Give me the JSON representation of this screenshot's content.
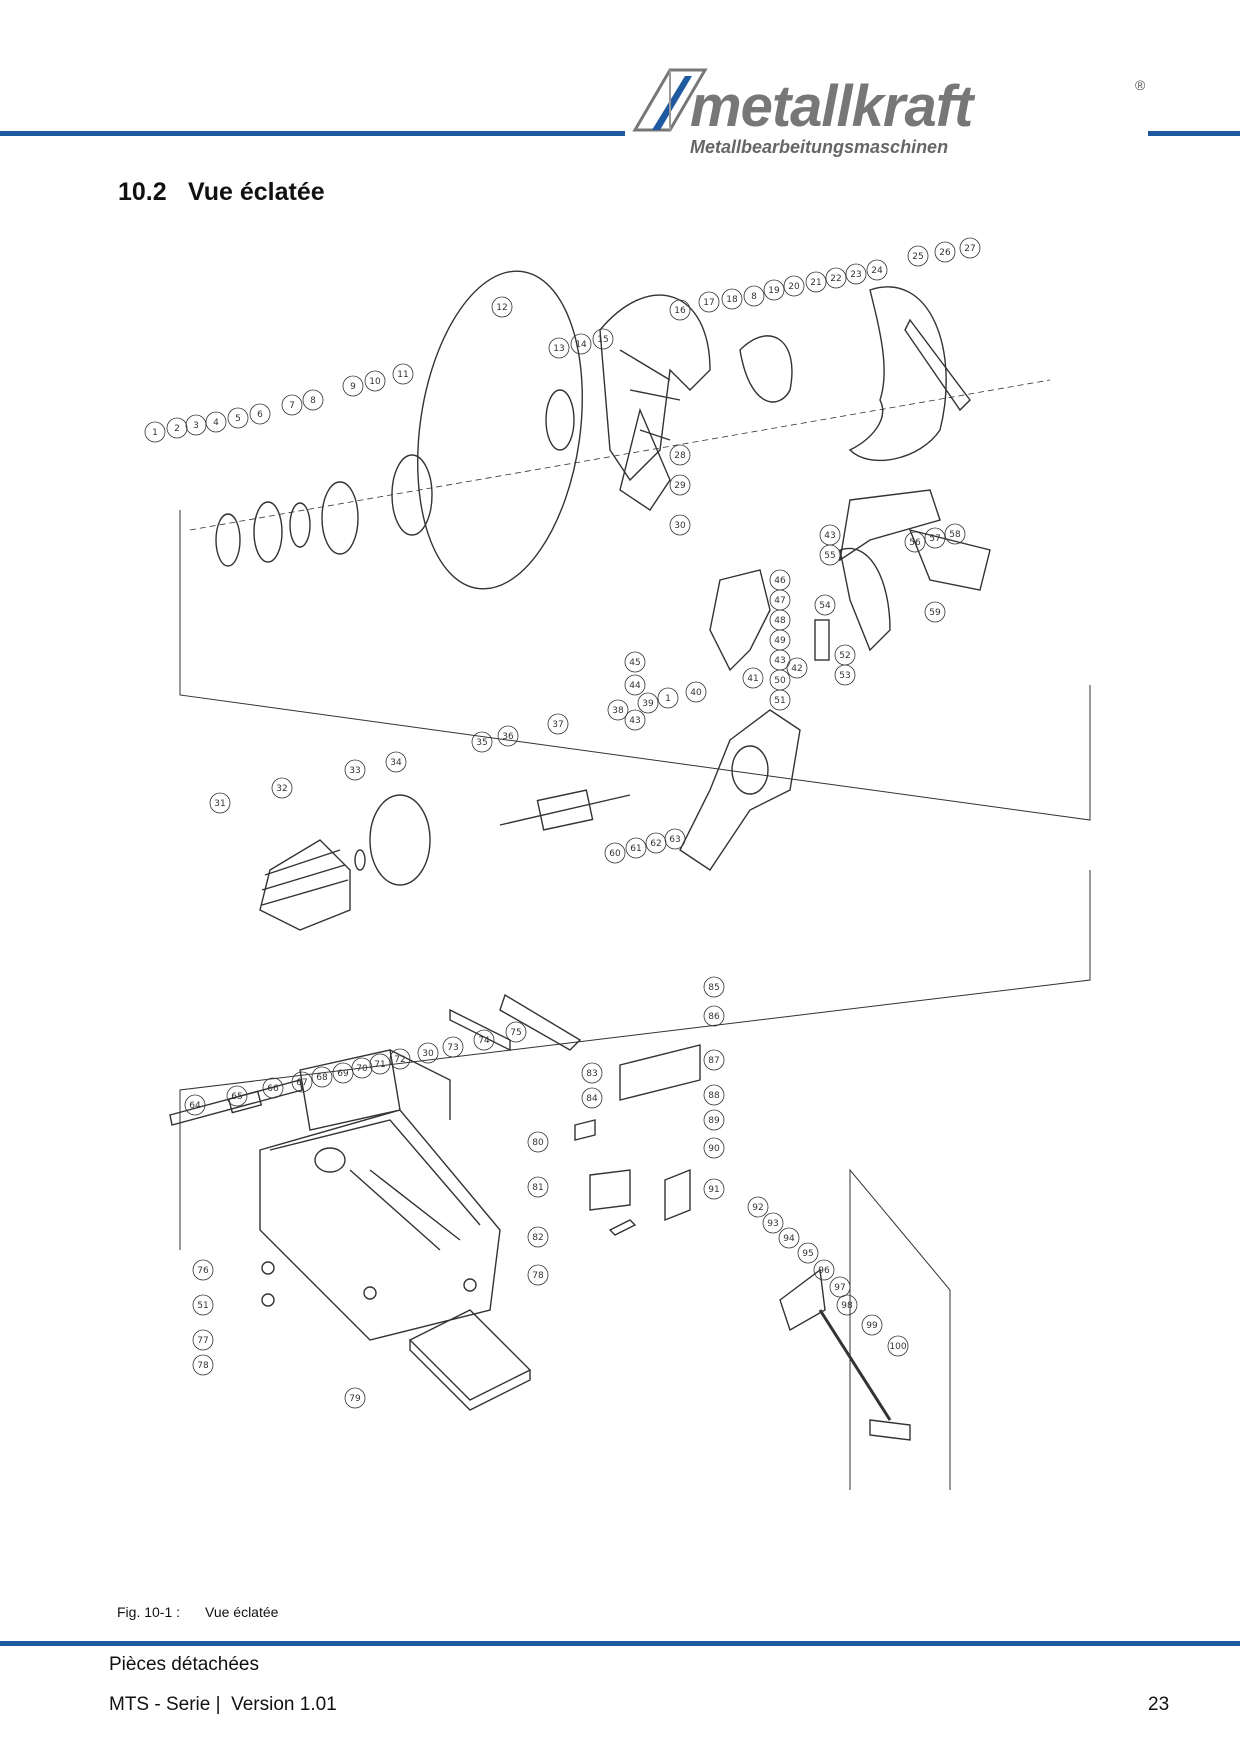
{
  "header": {
    "brand": "metallkraft",
    "registered": "®",
    "tagline": "Metallbearbeitungsmaschinen",
    "accent_color": "#1f5aa0"
  },
  "section": {
    "number": "10.2",
    "title": "Vue éclatée"
  },
  "figure": {
    "label": "Fig. 10-1 :",
    "caption": "Vue éclatée",
    "callouts": {
      "top": [
        "1",
        "2",
        "3",
        "4",
        "5",
        "6",
        "7",
        "8",
        "9",
        "10",
        "11",
        "12",
        "13",
        "14",
        "15",
        "16",
        "17",
        "18",
        "8",
        "19",
        "20",
        "21",
        "22",
        "23",
        "24",
        "25",
        "26",
        "27",
        "28",
        "29",
        "30"
      ],
      "middle": [
        "43",
        "55",
        "56",
        "57",
        "58",
        "46",
        "47",
        "48",
        "49",
        "43",
        "50",
        "51",
        "54",
        "45",
        "44",
        "43",
        "52",
        "53",
        "59"
      ],
      "lower": [
        "31",
        "32",
        "33",
        "34",
        "35",
        "36",
        "37",
        "38",
        "39",
        "1",
        "40",
        "41",
        "42",
        "60",
        "61",
        "62",
        "63"
      ],
      "bottom": [
        "64",
        "65",
        "66",
        "67",
        "68",
        "69",
        "70",
        "71",
        "72",
        "30",
        "73",
        "74",
        "75",
        "76",
        "51",
        "77",
        "78",
        "79",
        "80",
        "81",
        "82",
        "78",
        "83",
        "84",
        "85",
        "86",
        "87",
        "88",
        "89",
        "90",
        "91",
        "92",
        "93",
        "94",
        "95",
        "96",
        "97",
        "98",
        "99",
        "100"
      ]
    }
  },
  "footer": {
    "section": "Pièces détachées",
    "version": "MTS - Serie |  Version 1.01",
    "page": "23"
  }
}
